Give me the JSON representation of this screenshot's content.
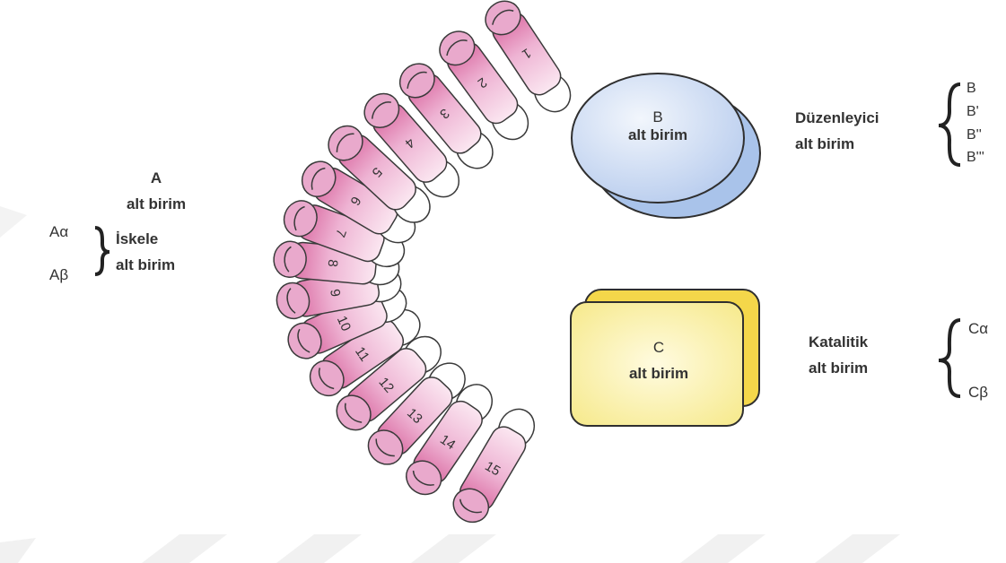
{
  "a_block": {
    "title": "A",
    "subtitle": "alt birim",
    "isoform_1": "Aα",
    "isoform_2": "Aβ",
    "role_line1": "İskele",
    "role_line2": "alt birim"
  },
  "a_repeats": [
    "1",
    "2",
    "3",
    "4",
    "5",
    "6",
    "7",
    "8",
    "9",
    "10",
    "11",
    "12",
    "13",
    "14",
    "15"
  ],
  "b_block": {
    "title": "B",
    "subtitle": "alt birim",
    "role_line1": "Düzenleyici",
    "role_line2": "alt birim",
    "isoforms": [
      "B",
      "B'",
      "B''",
      "B'''"
    ]
  },
  "c_block": {
    "title": "C",
    "subtitle": "alt birim",
    "role_line1": "Katalitik",
    "role_line2": "alt birim",
    "isoforms": [
      "Cα",
      "Cβ"
    ]
  },
  "colors": {
    "repeat_fill": "#e9a9cc",
    "repeat_light": "#f8e3ee",
    "repeat_stroke": "#3a3a3a",
    "b_front": "#dbe6f6",
    "b_back": "#a9c3ea",
    "c_front": "#fbf3b4",
    "c_back": "#f4d74a",
    "watermark": "#f1f1f1"
  }
}
